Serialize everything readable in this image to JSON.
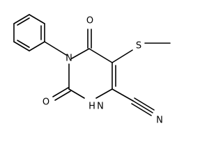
{
  "molecule": {
    "atoms": {
      "N1": "N",
      "N2": "N",
      "NH": "H",
      "O1": "O",
      "O2": "O",
      "S": "S",
      "Nnitrile": "N"
    },
    "colors": {
      "bond": "#000000",
      "text": "#000000",
      "background": "#ffffff"
    }
  }
}
